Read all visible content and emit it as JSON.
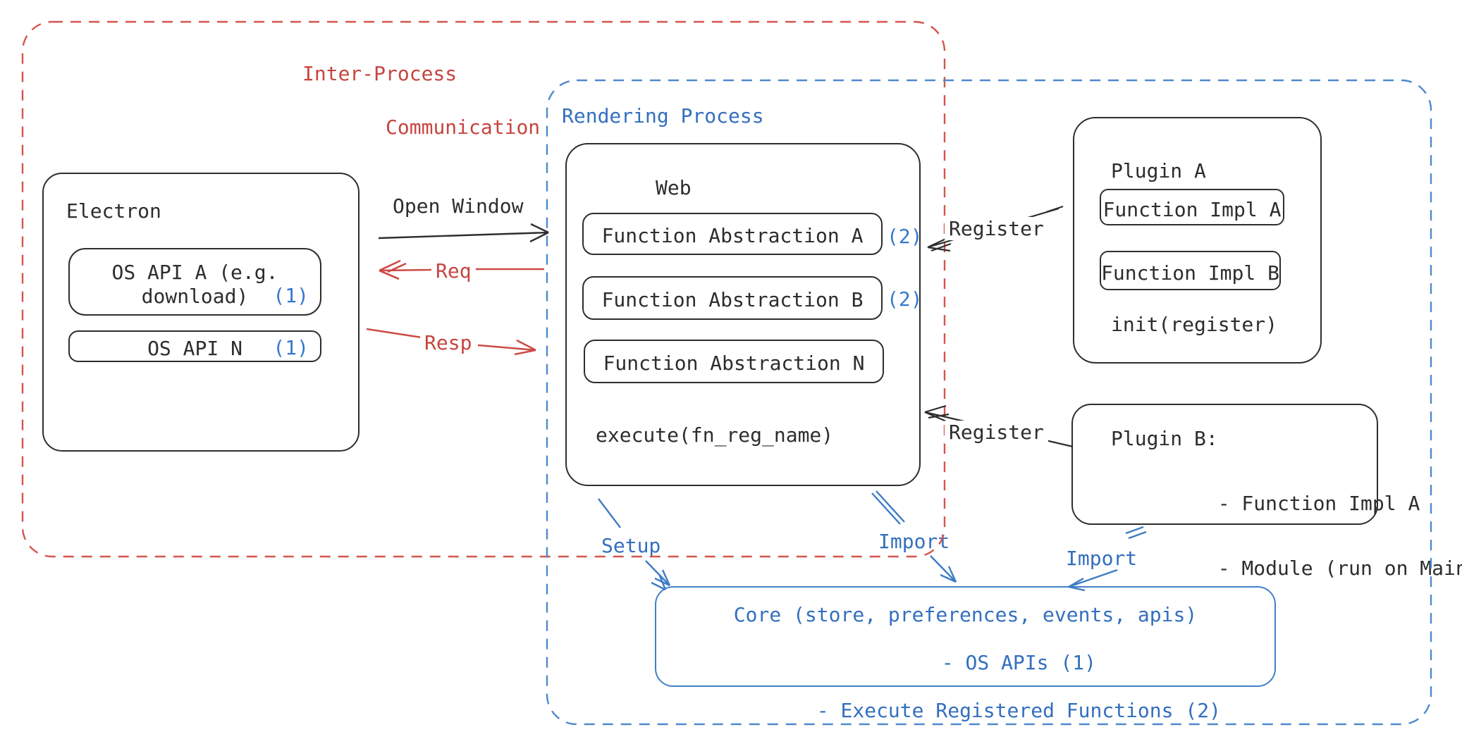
{
  "colors": {
    "stroke_black": "#2e2e2e",
    "text_red": "#c64540",
    "dash_red": "#d4554e",
    "text_blue": "#336fbe",
    "badge_blue": "#3579cf",
    "dash_blue": "#4e89cc",
    "core_border_blue": "#4180c8",
    "background": "#ffffff"
  },
  "ipc_group": {
    "label_line1": "Inter-Process",
    "label_line2": "Communication"
  },
  "rendering_group": {
    "label": "Rendering Process"
  },
  "electron": {
    "title": "Electron",
    "os_api_a_line1": "OS API A (e.g.",
    "os_api_a_line2": "download)",
    "os_api_a_badge": "(1)",
    "os_api_n": "OS API N",
    "os_api_n_badge": "(1)"
  },
  "web": {
    "title": "Web",
    "fa_a": "Function Abstraction A",
    "fa_a_badge": "(2)",
    "fa_b": "Function Abstraction B",
    "fa_b_badge": "(2)",
    "fa_n": "Function Abstraction N",
    "execute": "execute(fn_reg_name)"
  },
  "plugin_a": {
    "title": "Plugin A",
    "impl_a": "Function Impl A",
    "impl_b": "Function Impl B",
    "init": "init(register)"
  },
  "plugin_b": {
    "title": "Plugin B:",
    "item_1": "- Function Impl A",
    "item_2": "- Module (run on Main)"
  },
  "core": {
    "line1": "Core (store, preferences, events, apis)",
    "line2": "- OS APIs (1)",
    "line3": "- Execute Registered Functions (2)"
  },
  "arrows": {
    "open_window": "Open Window",
    "req": "Req",
    "resp": "Resp",
    "register_plugin_a": "Register",
    "register_plugin_b": "Register",
    "setup": "Setup",
    "import_web": "Import",
    "import_plugin_b": "Import"
  }
}
